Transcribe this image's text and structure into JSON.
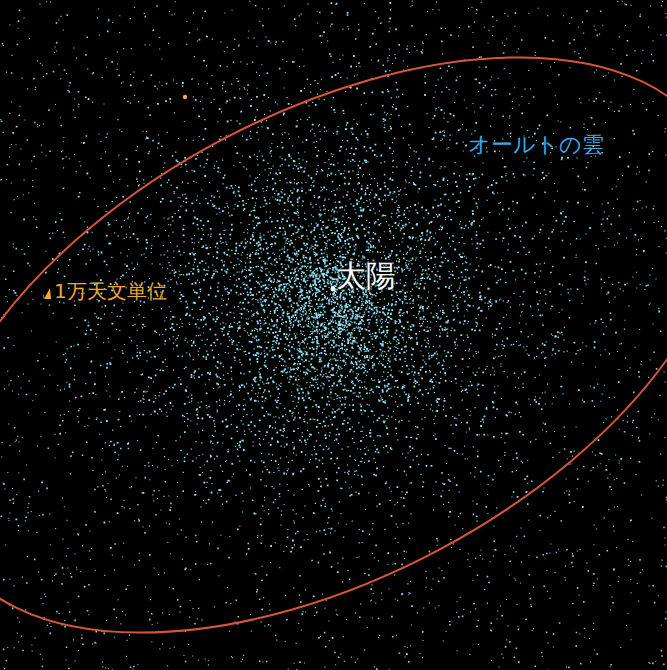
{
  "diagram": {
    "labels": [
      "オールトの雲",
      "太陽",
      "1万天文単位"
    ]
  }
}
